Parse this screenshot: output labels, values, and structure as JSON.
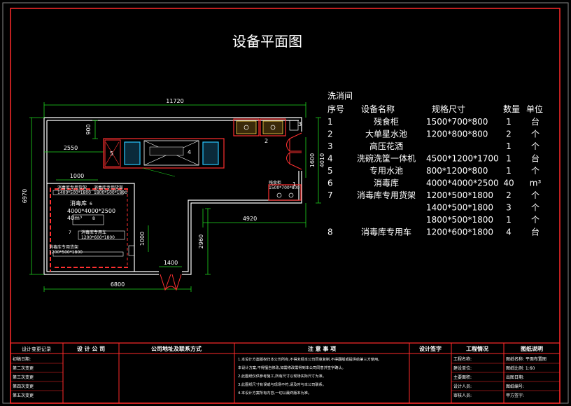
{
  "title": "设备平面图",
  "legend": {
    "section": "洗消间",
    "headers": [
      "序号",
      "设备名称",
      "规格尺寸",
      "数量",
      "单位"
    ],
    "rows": [
      {
        "no": "1",
        "name": "残食柜",
        "spec": "1500*700*800",
        "qty": "1",
        "unit": "台"
      },
      {
        "no": "2",
        "name": "大单星水池",
        "spec": "1200*800*800",
        "qty": "2",
        "unit": "个"
      },
      {
        "no": "3",
        "name": "高压花洒",
        "spec": "",
        "qty": "1",
        "unit": "个"
      },
      {
        "no": "4",
        "name": "洗碗洗筐一体机",
        "spec": "4500*1200*1700",
        "qty": "1",
        "unit": "台"
      },
      {
        "no": "5",
        "name": "专用水池",
        "spec": "800*1200*800",
        "qty": "1",
        "unit": "个"
      },
      {
        "no": "6",
        "name": "消毒库",
        "spec": "4000*4000*2500",
        "qty": "40",
        "unit": "m³"
      },
      {
        "no": "7",
        "name": "消毒库专用货架",
        "spec": "1200*500*1800",
        "qty": "2",
        "unit": "个"
      },
      {
        "no": "",
        "name": "",
        "spec": "1400*500*1800",
        "qty": "3",
        "unit": "个"
      },
      {
        "no": "",
        "name": "",
        "spec": "1800*500*1800",
        "qty": "1",
        "unit": "个"
      },
      {
        "no": "8",
        "name": "消毒库专用车",
        "spec": "1200*600*1800",
        "qty": "4",
        "unit": "台"
      }
    ]
  },
  "dims": {
    "top": "11720",
    "left": "6970",
    "d900": "900",
    "d2550": "2550",
    "d1000a": "1000",
    "d1000b": "1000",
    "d1400": "1400",
    "d6800": "6800",
    "d4920": "4920",
    "d2960": "2960",
    "d1600": "1600",
    "d4010": "4010"
  },
  "plan": {
    "room_label": "消毒库",
    "room_spec": "4000*4000*2500",
    "room_area": "40m³",
    "room_no": "6",
    "n5": "5",
    "n4": "4",
    "n2": "2",
    "n3": "3",
    "n1": "1",
    "n7": "7",
    "n8": "8",
    "shelf_a": "消毒库专用货架",
    "shelf_a_spec": "1400*500*1800",
    "shelf_b": "消毒库专用货架",
    "shelf_b_spec": "1800*500*1800",
    "shelf_c": "消毒库专用货架",
    "shelf_c_spec": "1200*500*1800",
    "cart": "消毒库专用车",
    "cart_spec": "1200*600*1800",
    "fixture_1": "残食柜",
    "fixture_1_spec": "1500*700*800"
  },
  "titleblock": {
    "c1": "设计变更记录",
    "c2": "设 计 公 司",
    "c3": "公司地址及联系方式",
    "c4": "注 意 事 项",
    "c5": "设计签字",
    "c6": "工程情况",
    "c7": "图纸说明",
    "changes": [
      "初稿日期:",
      "第二次变更",
      "第三次变更",
      "第四次变更",
      "第五次变更"
    ],
    "notes": [
      "1.本设计方案版权归本公司所有,不得未经本公司同意复制,不得翻版或提供给第三方使用。",
      "   本设计方案,不得擅自修改,如需修改需得到本公司同意并签字确认。",
      "2.此图纸仅供参考施工,所有尺寸以现场实际尺寸为准。",
      "3.此图纸尺寸有误或与现场不符,请及时与本公司联系。",
      "4.本设计方案所有内容,一切以最终版本为准。"
    ],
    "project": [
      "工程名称:",
      "建设单位:",
      "主要面积:",
      "设计人员:",
      "审核人员:"
    ],
    "drawing": [
      "图纸名称: 平面布置图",
      "图纸比例: 1:60",
      "出图日期:",
      "图纸编号:",
      "甲方签字:"
    ]
  }
}
